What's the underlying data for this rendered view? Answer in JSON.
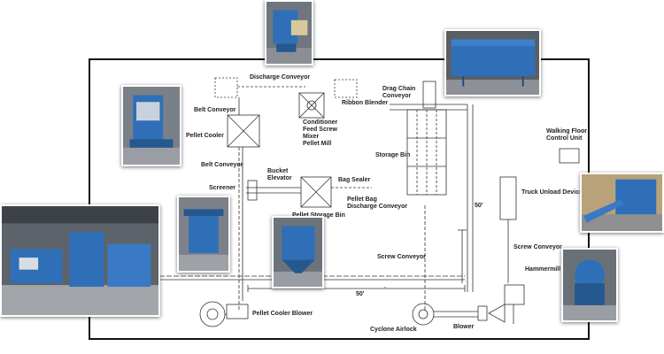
{
  "labels": {
    "discharge_conveyor": "Discharge Conveyor",
    "belt_conveyor_top": "Belt Conveyor",
    "ribbon_blender": "Ribbon Blender",
    "drag_chain_conveyor": "Drag Chain\nConveyor",
    "conditioner_group": "Conditioner\nFeed Screw\nMixer\nPellet Mill",
    "pellet_cooler": "Pellet Cooler",
    "storage_bin": "Storage Bin",
    "walking_floor": "Walking Floor\nControl Unit",
    "belt_conveyor_mid": "Belt Conveyor",
    "bucket_elevator": "Bucket\nElevator",
    "bag_sealer": "Bag Sealer",
    "screener": "Screener",
    "truck_unload_device": "Truck Unload Device",
    "pellet_bag_discharge": "Pellet Bag\nDischarge Conveyor",
    "pellet_storage_bin": "Pellet Storage Bin",
    "dim_50_vertical": "50'",
    "screw_conveyor_right": "Screw Conveyor",
    "screw_conveyor_center": "Screw Conveyor",
    "hammermill": "Hammermill",
    "dim_50_horizontal": "50'",
    "pellet_cooler_blower": "Pellet Cooler Blower",
    "cyclone_airlock": "Cyclone Airlock",
    "blower": "Blower"
  },
  "colors": {
    "equipment_blue": "#2f6fb8",
    "line": "#333333",
    "frame": "#111111"
  }
}
